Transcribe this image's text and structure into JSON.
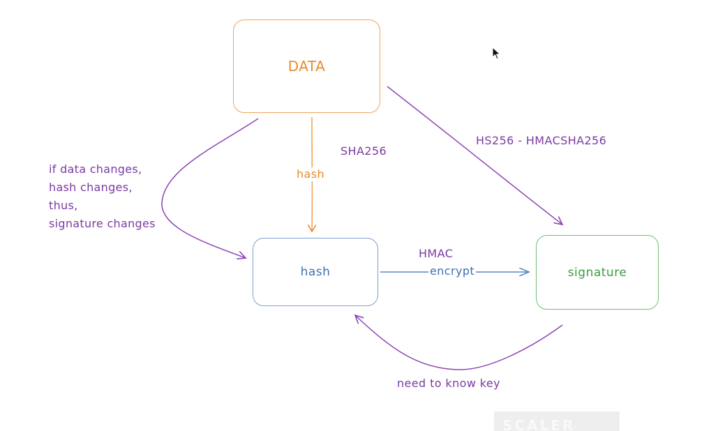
{
  "nodes": {
    "data": "DATA",
    "hash": "hash",
    "signature": "signature"
  },
  "edges": {
    "data_to_hash_label": "hash",
    "data_to_hash_algo": "SHA256",
    "data_to_signature_label": "HS256 - HMACSHA256",
    "hash_to_signature_algo": "HMAC",
    "hash_to_signature_label": "encrypt",
    "signature_to_hash_label": "need to know key"
  },
  "annotation": {
    "lines": [
      "if data changes,",
      "hash changes,",
      "thus,",
      "signature changes"
    ]
  },
  "watermark": "SCALER",
  "colors": {
    "data": "#e98a2e",
    "hash": "#3f6fae",
    "signature": "#3f9a3c",
    "annotation": "#7b3aa3"
  },
  "icons": {
    "cursor": "mouse-pointer-icon",
    "watermark_logo": "scaler-logo-icon"
  }
}
